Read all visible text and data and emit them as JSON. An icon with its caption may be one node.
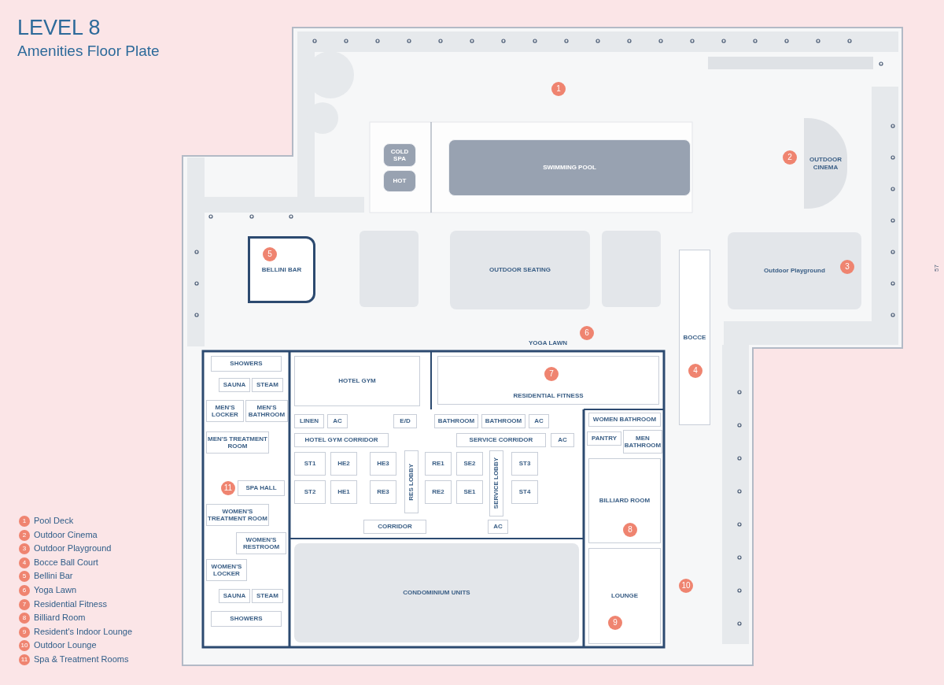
{
  "diagram": {
    "title": "LEVEL 8",
    "nodes": [
      {
        "text": [
          "1"
        ]
      },
      {
        "text": [
          "COLD SPA"
        ]
      },
      {
        "text": [
          "HOT"
        ]
      },
      {
        "text": [
          "SWIMMING POOL"
        ]
      },
      {
        "text": [
          "2"
        ]
      },
      {
        "text": [
          "OUTDOOR CINEMA"
        ]
      },
      {
        "text": [
          "BELLINI BAR"
        ]
      },
      {
        "text": [
          "5"
        ],
        "in": 6
      },
      {
        "text": [
          "OUTDOOR SEATING"
        ]
      },
      {
        "text": [
          "Outdoor Playground"
        ]
      },
      {
        "text": [
          "3"
        ],
        "in": 9
      },
      {
        "text": [
          "BOCCE"
        ]
      },
      {
        "text": [
          "4"
        ],
        "in": 11
      },
      {
        "text": [
          "6"
        ]
      },
      {
        "text": [
          "SHOWERS"
        ]
      },
      {
        "text": [
          "SAUNA"
        ]
      },
      {
        "text": [
          "STEAM"
        ]
      },
      {
        "text": [
          "HOTEL GYM"
        ]
      },
      {
        "text": [
          "RESIDENTIAL FITNESS"
        ]
      },
      {
        "text": [
          "7"
        ],
        "in": 18
      },
      {
        "text": [
          "MEN'S LOCKER"
        ]
      },
      {
        "text": [
          "MEN'S BATHROOM"
        ]
      },
      {
        "text": [
          "LINEN"
        ]
      },
      {
        "text": [
          "AC"
        ]
      },
      {
        "text": [
          "WOMEN BATHROOM"
        ]
      },
      {
        "text": [
          "HOTEL GYM CORRIDOR"
        ]
      },
      {
        "text": [
          "E/D"
        ]
      },
      {
        "text": [
          "BATHROOM"
        ]
      },
      {
        "text": [
          "BATHROOM"
        ]
      },
      {
        "text": [
          "AC"
        ]
      },
      {
        "text": [
          "SERVICE CORRIDOR"
        ]
      },
      {
        "text": [
          "AC"
        ]
      },
      {
        "text": [
          "PANTRY"
        ]
      },
      {
        "text": [
          "MEN BATHROOM"
        ]
      },
      {
        "text": [
          "MEN'S TREATMENT ROOM"
        ]
      },
      {
        "text": [
          "11"
        ]
      },
      {
        "text": [
          "SPA HALL"
        ]
      },
      {
        "text": [
          "ST1"
        ]
      },
      {
        "text": [
          "HE2"
        ]
      },
      {
        "text": [
          "HE3"
        ]
      },
      {
        "text": [
          "RES LOBBY"
        ]
      },
      {
        "text": [
          "RE1"
        ]
      },
      {
        "text": [
          "SE2"
        ]
      },
      {
        "text": [
          "SERVICE LOBBY"
        ]
      },
      {
        "text": [
          "ST3"
        ]
      },
      {
        "text": [
          "BILLIARD ROOM"
        ]
      },
      {
        "text": [
          "8"
        ],
        "in": 45
      },
      {
        "text": [
          "ST2"
        ]
      },
      {
        "text": [
          "HE1"
        ]
      },
      {
        "text": [
          "RE3"
        ]
      },
      {
        "text": [
          "RE2"
        ]
      },
      {
        "text": [
          "SE1"
        ]
      },
      {
        "text": [
          "AC"
        ]
      },
      {
        "text": [
          "ST4"
        ]
      },
      {
        "text": [
          "WOMEN'S TREATMENT ROOM"
        ]
      },
      {
        "text": [
          "CORRIDOR"
        ]
      },
      {
        "text": [
          "WOMEN'S RESTROOM"
        ]
      },
      {
        "text": [
          "WOMEN'S LOCKER"
        ]
      },
      {
        "text": [
          "CONDOMINIUM UNITS"
        ]
      },
      {
        "text": [
          "LOUNGE"
        ]
      },
      {
        "text": [
          "10"
        ]
      },
      {
        "text": [
          "9"
        ],
        "in": 59
      },
      {
        "text": [
          "SAUNA"
        ]
      },
      {
        "text": [
          "STEAM"
        ]
      },
      {
        "text": [
          "SHOWERS"
        ]
      }
    ],
    "labels": [
      "Amenities Floor Plate",
      "YOGA LAWN",
      "1",
      "2",
      "3",
      "4",
      "5",
      "6",
      "7",
      "8",
      "9",
      "10",
      "11",
      "57"
    ],
    "legend": [
      {
        "text": "Pool Deck",
        "color": "#ef8470"
      },
      {
        "text": "Outdoor Cinema",
        "color": "#ef8470"
      },
      {
        "text": "Outdoor Playground",
        "color": "#ef8470"
      },
      {
        "text": "Bocce Ball Court",
        "color": "#ef8470"
      },
      {
        "text": "Bellini Bar",
        "color": "#ef8470"
      },
      {
        "text": "Yoga Lawn",
        "color": "#ef8470"
      },
      {
        "text": "Residential Fitness",
        "color": "#ef8470"
      },
      {
        "text": "Billiard Room",
        "color": "#ef8470"
      },
      {
        "text": "Resident's Indoor Lounge",
        "color": "#ef8470"
      },
      {
        "text": "Outdoor Lounge",
        "color": "#ef8470"
      },
      {
        "text": "Spa & Treatment Rooms",
        "color": "#ef8470"
      }
    ]
  }
}
